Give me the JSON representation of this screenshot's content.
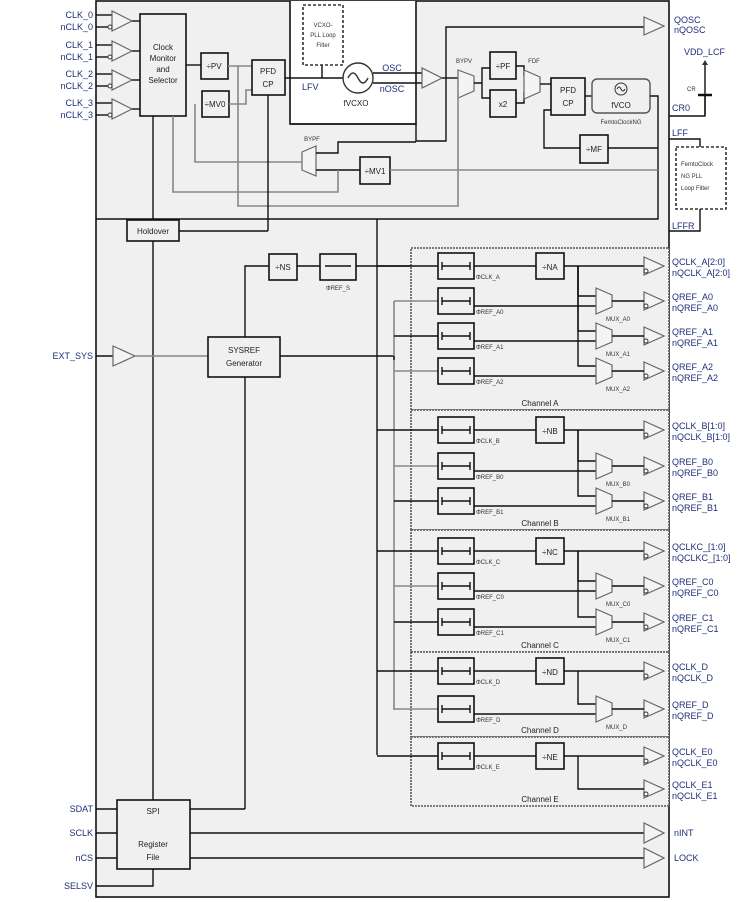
{
  "title": "Clock generator functional block diagram",
  "inputs": {
    "clk": [
      {
        "p": "CLK_0",
        "n": "nCLK_0"
      },
      {
        "p": "CLK_1",
        "n": "nCLK_1"
      },
      {
        "p": "CLK_2",
        "n": "nCLK_2"
      },
      {
        "p": "CLK_3",
        "n": "nCLK_3"
      }
    ],
    "ext_sys": "EXT_SYS",
    "spi": [
      "SDAT",
      "SCLK",
      "nCS",
      "SELSV"
    ]
  },
  "blocks": {
    "clock_monitor": [
      "Clock",
      "Monitor",
      "and",
      "Selector"
    ],
    "pv": "÷PV",
    "mv0": "÷MV0",
    "mv1": "÷MV1",
    "pfd_cp": [
      "PFD",
      "CP"
    ],
    "vcxo_filter": [
      "VCXO-",
      "PLL Loop",
      "Filter"
    ],
    "lfv": "LFV",
    "osc": "OSC",
    "nosc": "nOSC",
    "fvcxo": "fVCXO",
    "bypv": "BYPV",
    "bypf": "BYPF",
    "fdf": "FDF",
    "pf": "÷PF",
    "x2": "x2",
    "pfd_cp2": [
      "PFD",
      "CP"
    ],
    "fvco": "fVCO",
    "femtoclock": "FemtoClockNG",
    "mf": "÷MF",
    "holdover": "Holdover",
    "ns": "÷NS",
    "phi_ref_s": "ΦREF_S",
    "sysref": [
      "SYSREF",
      "Generator"
    ],
    "spi": [
      "SPI",
      "Register",
      "File"
    ],
    "femto_filter": [
      "FemtoClock",
      "NG PLL",
      "Loop Filter"
    ]
  },
  "right_pins": {
    "qosc": "QOSC",
    "nqosc": "nQOSC",
    "vdd_lcf": "VDD_LCF",
    "cr": "CR",
    "cr0": "CR0",
    "lff": "LFF",
    "lffr": "LFFR",
    "nint": "nINT",
    "lock": "LOCK"
  },
  "channels": [
    {
      "name": "Channel A",
      "divider": "÷NA",
      "phases": [
        "ΦCLK_A",
        "ΦREF_A0",
        "ΦREF_A1",
        "ΦREF_A2"
      ],
      "muxes": [
        "MUX_A0",
        "MUX_A1",
        "MUX_A2"
      ],
      "outputs": [
        {
          "p": "QCLK_A[2:0]",
          "n": "nQCLK_A[2:0]"
        },
        {
          "p": "QREF_A0",
          "n": "nQREF_A0"
        },
        {
          "p": "QREF_A1",
          "n": "nQREF_A1"
        },
        {
          "p": "QREF_A2",
          "n": "nQREF_A2"
        }
      ]
    },
    {
      "name": "Channel B",
      "divider": "÷NB",
      "phases": [
        "ΦCLK_B",
        "ΦREF_B0",
        "ΦREF_B1"
      ],
      "muxes": [
        "MUX_B0",
        "MUX_B1"
      ],
      "outputs": [
        {
          "p": "QCLK_B[1:0]",
          "n": "nQCLK_B[1:0]"
        },
        {
          "p": "QREF_B0",
          "n": "nQREF_B0"
        },
        {
          "p": "QREF_B1",
          "n": "nQREF_B1"
        }
      ]
    },
    {
      "name": "Channel C",
      "divider": "÷NC",
      "phases": [
        "ΦCLK_C",
        "ΦREF_C0",
        "ΦREF_C1"
      ],
      "muxes": [
        "MUX_C0",
        "MUX_C1"
      ],
      "outputs": [
        {
          "p": "QCLKC_[1:0]",
          "n": "nQCLKC_[1:0]"
        },
        {
          "p": "QREF_C0",
          "n": "nQREF_C0"
        },
        {
          "p": "QREF_C1",
          "n": "nQREF_C1"
        }
      ]
    },
    {
      "name": "Channel D",
      "divider": "÷ND",
      "phases": [
        "ΦCLK_D",
        "ΦREF_D"
      ],
      "muxes": [
        "MUX_D"
      ],
      "outputs": [
        {
          "p": "QCLK_D",
          "n": "nQCLK_D"
        },
        {
          "p": "QREF_D",
          "n": "nQREF_D"
        }
      ]
    },
    {
      "name": "Channel E",
      "divider": "÷NE",
      "phases": [
        "ΦCLK_E"
      ],
      "muxes": [],
      "outputs": [
        {
          "p": "QCLK_E0",
          "n": "nQCLK_E0"
        },
        {
          "p": "QCLK_E1",
          "n": "nQCLK_E1"
        }
      ]
    }
  ]
}
